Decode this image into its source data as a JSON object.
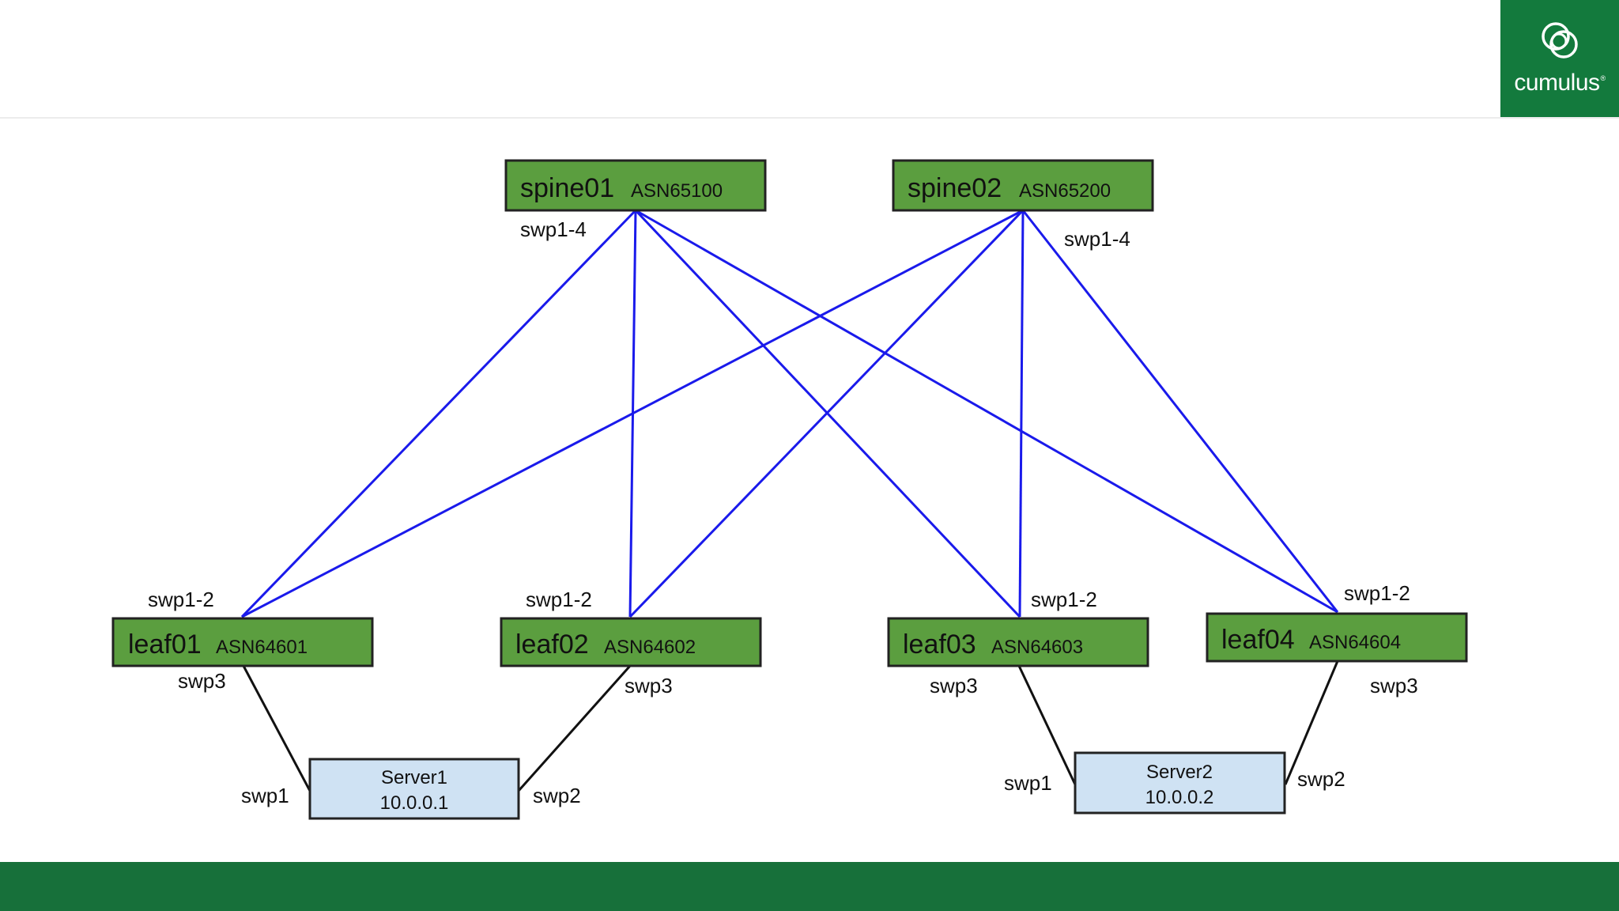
{
  "brand": {
    "name": "cumulus",
    "registered_mark": "®",
    "logo_icon": "cumulus-rings-icon",
    "colors": {
      "header_green": "#137a3d",
      "footer_green": "#17703a",
      "switch_fill": "#5b9e3f",
      "server_fill": "#cfe2f3",
      "uplink_line": "#1a1aeb",
      "server_line": "#111111"
    }
  },
  "spines": [
    {
      "name": "spine01",
      "asn": "ASN65100",
      "port": "swp1-4"
    },
    {
      "name": "spine02",
      "asn": "ASN65200",
      "port": "swp1-4"
    }
  ],
  "leaves": [
    {
      "name": "leaf01",
      "asn": "ASN64601",
      "uplink_port": "swp1-2",
      "server_port": "swp3"
    },
    {
      "name": "leaf02",
      "asn": "ASN64602",
      "uplink_port": "swp1-2",
      "server_port": "swp3"
    },
    {
      "name": "leaf03",
      "asn": "ASN64603",
      "uplink_port": "swp1-2",
      "server_port": "swp3"
    },
    {
      "name": "leaf04",
      "asn": "ASN64604",
      "uplink_port": "swp1-2",
      "server_port": "swp3"
    }
  ],
  "servers": [
    {
      "name": "Server1",
      "ip": "10.0.0.1",
      "port_left": "swp1",
      "port_right": "swp2"
    },
    {
      "name": "Server2",
      "ip": "10.0.0.2",
      "port_left": "swp1",
      "port_right": "swp2"
    }
  ]
}
